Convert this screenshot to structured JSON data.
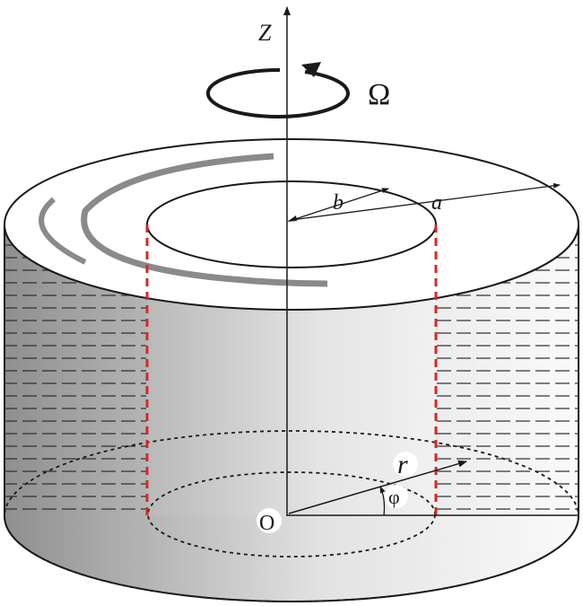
{
  "labels": {
    "z_axis": "Z",
    "omega": "Ω",
    "inner_radius": "b",
    "outer_radius": "a",
    "radius": "r",
    "angle": "φ",
    "origin": "O"
  },
  "colors": {
    "outline": "#1a1a1a",
    "dashed_guides": "#d62828",
    "arcs": "#8a8a8a",
    "hatching": "#2a2a2a"
  }
}
